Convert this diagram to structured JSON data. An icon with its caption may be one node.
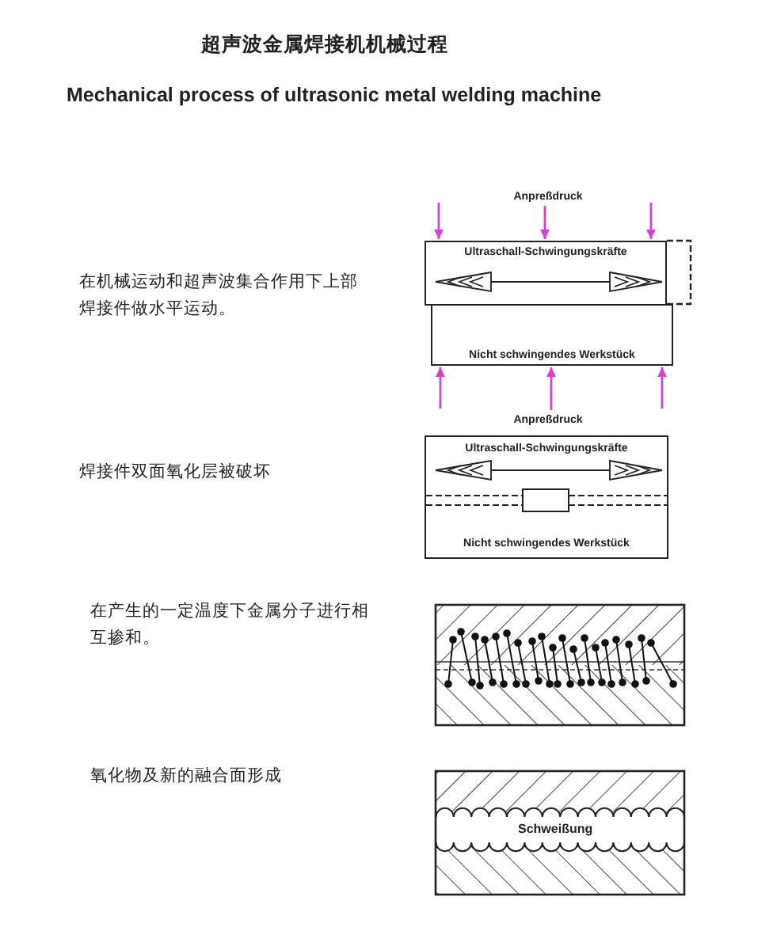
{
  "diagram": {
    "title": "超声波金属焊接机机械过程",
    "nodes": [
      {
        "text": [
          "Anpreßdruck"
        ]
      },
      {
        "text": [
          "Ultraschall-Schwingungskräfte"
        ]
      },
      {
        "text": [
          "Nicht schwingendes Werkstück"
        ]
      },
      {
        "text": [
          "Anpreßdruck"
        ]
      },
      {
        "text": [
          "Ultraschall-Schwingungskräfte",
          "Nicht schwingendes Werkstück"
        ]
      }
    ],
    "edges": [
      {
        "from": null,
        "to": 1,
        "arrow": "to"
      },
      {
        "from": 0,
        "to": 1,
        "arrow": "to"
      },
      {
        "from": null,
        "to": 1,
        "arrow": "to"
      },
      {
        "from": null,
        "to": 2,
        "arrow": "to"
      },
      {
        "from": 3,
        "to": 2,
        "arrow": "to"
      },
      {
        "from": null,
        "to": 2,
        "arrow": "to"
      }
    ],
    "labels": [
      "Mechanical process of ultrasonic metal welding machine",
      "在机械运动和超声波集合作用下上部焊接件做水平运动。",
      "焊接件双面氧化层被破坏",
      "在产生的一定温度下金属分子进行相互掺和。",
      "氧化物及新的融合面形成",
      "Schweißung"
    ]
  }
}
